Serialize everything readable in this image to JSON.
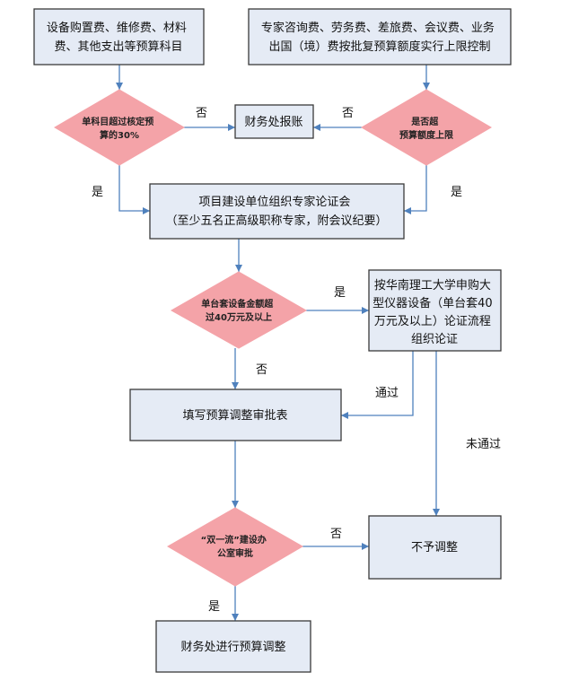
{
  "nodes": {
    "expense_items": {
      "lines": [
        "设备购置费、维修费、材料",
        "费、其他支出等预算科目"
      ]
    },
    "consult_items": {
      "lines": [
        "专家咨询费、劳务费、差旅费、会议费、业务",
        "出国（境）费按批复预算额度实行上限控制"
      ]
    },
    "finance_reimburse": {
      "lines": [
        "财务处报账"
      ]
    },
    "decision_over_30": {
      "lines": [
        "单科目超过核定预",
        "算的30%"
      ]
    },
    "decision_over_limit": {
      "lines": [
        "是否超",
        "预算额度上限"
      ]
    },
    "expert_review": {
      "lines": [
        "项目建设单位组织专家论证会",
        "（至少五名正高级职称专家，附会议纪要）"
      ]
    },
    "decision_40w": {
      "lines": [
        "单台套设备金额超",
        "过40万元及以上"
      ]
    },
    "scut_review": {
      "lines": [
        "按华南理工大学申购大",
        "型仪器设备（单台套40",
        "万元及以上）论证流程",
        "组织论证"
      ]
    },
    "fill_form": {
      "lines": [
        "填写预算调整审批表"
      ]
    },
    "decision_office": {
      "lines": [
        "“双一流”建设办",
        "公室审批"
      ]
    },
    "no_adjust": {
      "lines": [
        "不予调整"
      ]
    },
    "finance_adjust": {
      "lines": [
        "财务处进行预算调整"
      ]
    }
  },
  "edges": [
    {
      "from": "expense_items",
      "to": "decision_over_30",
      "label": ""
    },
    {
      "from": "decision_over_30",
      "to": "finance_reimburse",
      "label": "否"
    },
    {
      "from": "decision_over_30",
      "to": "expert_review",
      "label": "是"
    },
    {
      "from": "consult_items",
      "to": "decision_over_limit",
      "label": ""
    },
    {
      "from": "decision_over_limit",
      "to": "finance_reimburse",
      "label": "否"
    },
    {
      "from": "decision_over_limit",
      "to": "expert_review",
      "label": "是"
    },
    {
      "from": "expert_review",
      "to": "decision_40w",
      "label": ""
    },
    {
      "from": "decision_40w",
      "to": "scut_review",
      "label": "是"
    },
    {
      "from": "decision_40w",
      "to": "fill_form",
      "label": "否"
    },
    {
      "from": "scut_review",
      "to": "fill_form",
      "label": "通过"
    },
    {
      "from": "scut_review",
      "to": "no_adjust",
      "label": "未通过"
    },
    {
      "from": "fill_form",
      "to": "decision_office",
      "label": ""
    },
    {
      "from": "decision_office",
      "to": "no_adjust",
      "label": "否"
    },
    {
      "from": "decision_office",
      "to": "finance_adjust",
      "label": "是"
    }
  ],
  "colors": {
    "box_fill": "#e5ebf5",
    "box_border": "#3a3a3a",
    "diamond_fill": "#f4a3a8",
    "arrow": "#4f81bd"
  }
}
